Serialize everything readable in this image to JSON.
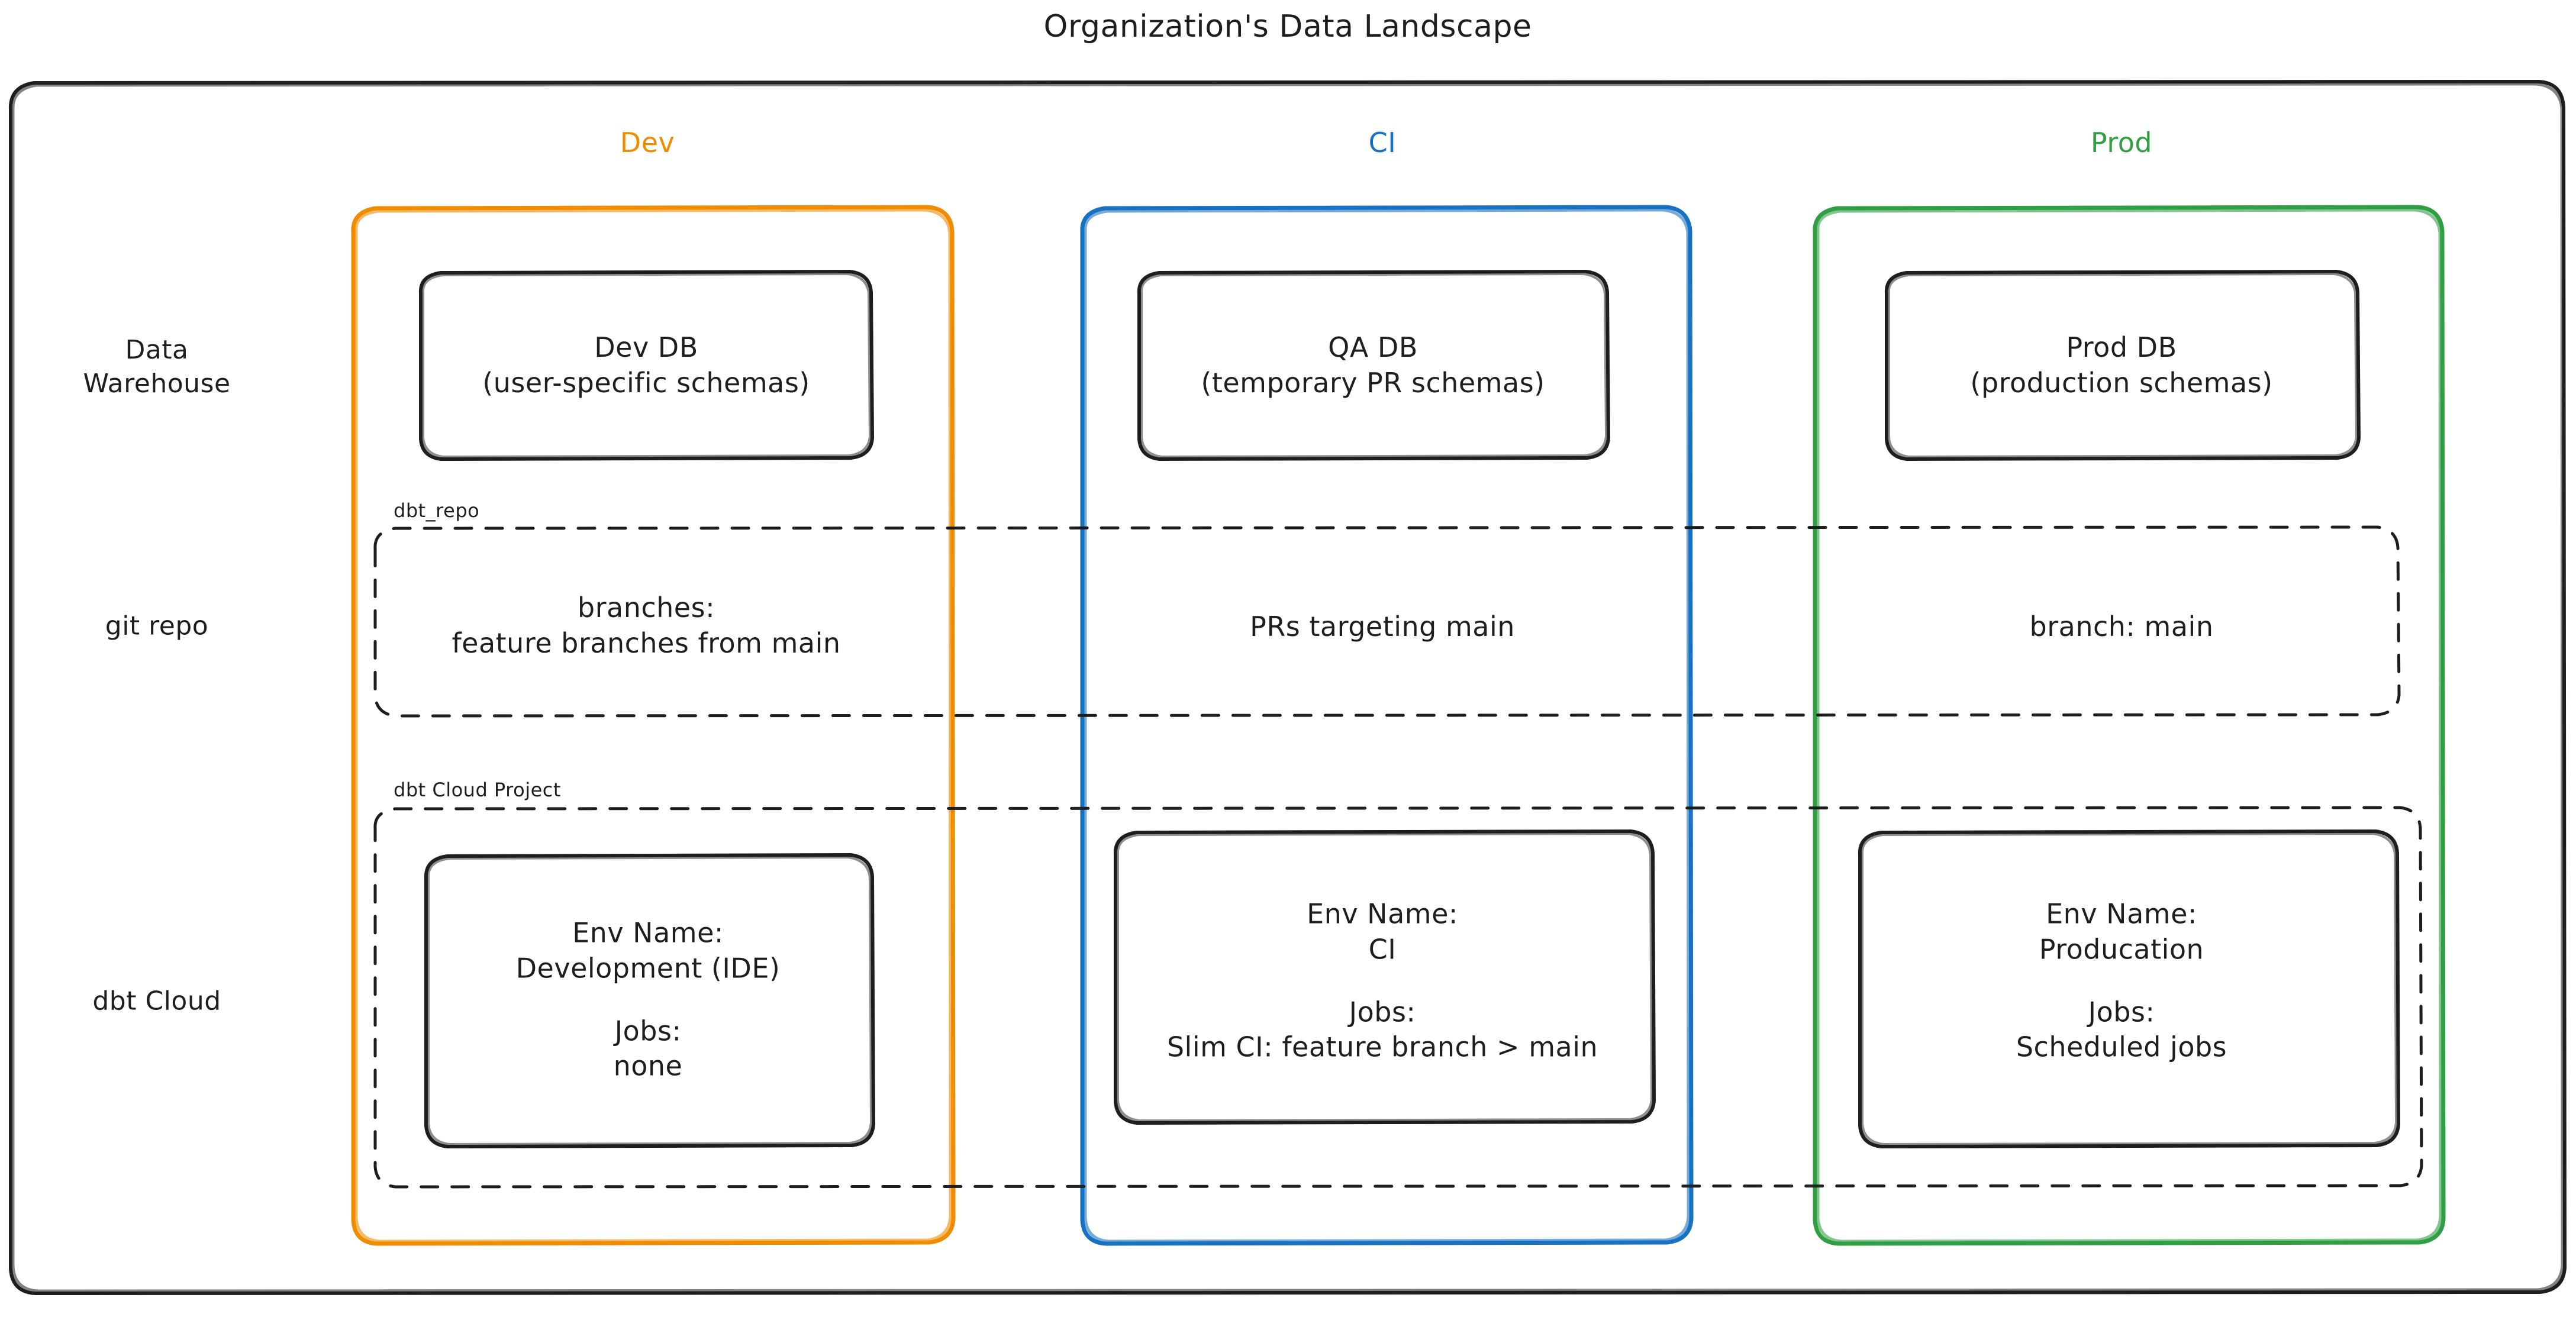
{
  "title": "Organization's Data Landscape",
  "colors": {
    "dev": "#f08c00",
    "ci": "#1971c2",
    "prod": "#2f9e44",
    "ink": "#1e1e1e",
    "background": "#ffffff"
  },
  "columns": [
    {
      "key": "dev",
      "label": "Dev",
      "color": "#f08c00"
    },
    {
      "key": "ci",
      "label": "CI",
      "color": "#1971c2"
    },
    {
      "key": "prod",
      "label": "Prod",
      "color": "#2f9e44"
    }
  ],
  "rows": [
    {
      "key": "data-warehouse",
      "label": "Data\nWarehouse"
    },
    {
      "key": "git-repo",
      "label": "git repo"
    },
    {
      "key": "dbt-cloud",
      "label": "dbt Cloud"
    }
  ],
  "groups": {
    "git_repo": {
      "label": "dbt_repo"
    },
    "dbt_cloud": {
      "label": "dbt Cloud Project"
    }
  },
  "cells": {
    "warehouse": {
      "dev": "Dev DB\n(user-specific schemas)",
      "ci": "QA DB\n(temporary PR schemas)",
      "prod": "Prod DB\n(production schemas)"
    },
    "git": {
      "dev": "branches:\nfeature branches from main",
      "ci": "PRs targeting main",
      "prod": "branch: main"
    },
    "dbtcloud": {
      "dev": {
        "env_name_label": "Env Name:",
        "env_name_value": "Development (IDE)",
        "jobs_label": "Jobs:",
        "jobs_value": "none"
      },
      "ci": {
        "env_name_label": "Env Name:",
        "env_name_value": "CI",
        "jobs_label": "Jobs:",
        "jobs_value": "Slim CI: feature branch > main"
      },
      "prod": {
        "env_name_label": "Env Name:",
        "env_name_value": "Producation",
        "jobs_label": "Jobs:",
        "jobs_value": "Scheduled jobs"
      }
    }
  }
}
